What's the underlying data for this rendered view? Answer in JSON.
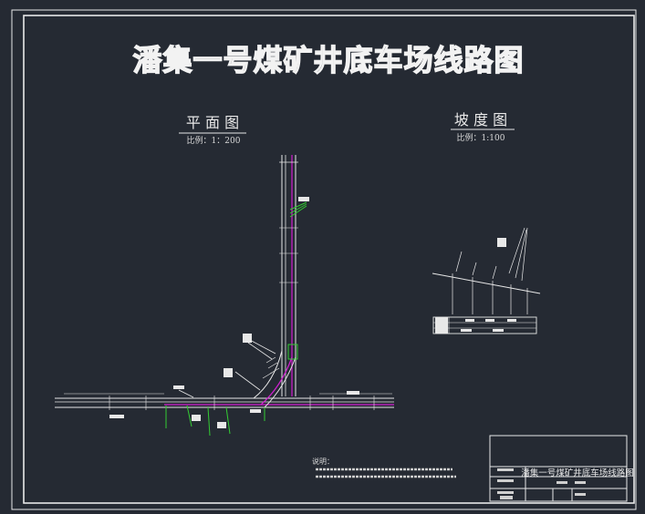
{
  "drawing": {
    "main_title": "潘集一号煤矿井底车场线路图",
    "plan": {
      "title": "平 面 图",
      "scale": "比例：1：200"
    },
    "profile": {
      "title": "坡 度 图",
      "scale": "比例：1:100"
    },
    "notes": {
      "label": "说明："
    },
    "title_block": {
      "name": "潘集一号煤矿井底车场线路图"
    }
  },
  "colors": {
    "background": "#252a33",
    "line_white": "#e8e8e8",
    "track_magenta": "#d21ed2",
    "annotation_green": "#33cc33"
  }
}
